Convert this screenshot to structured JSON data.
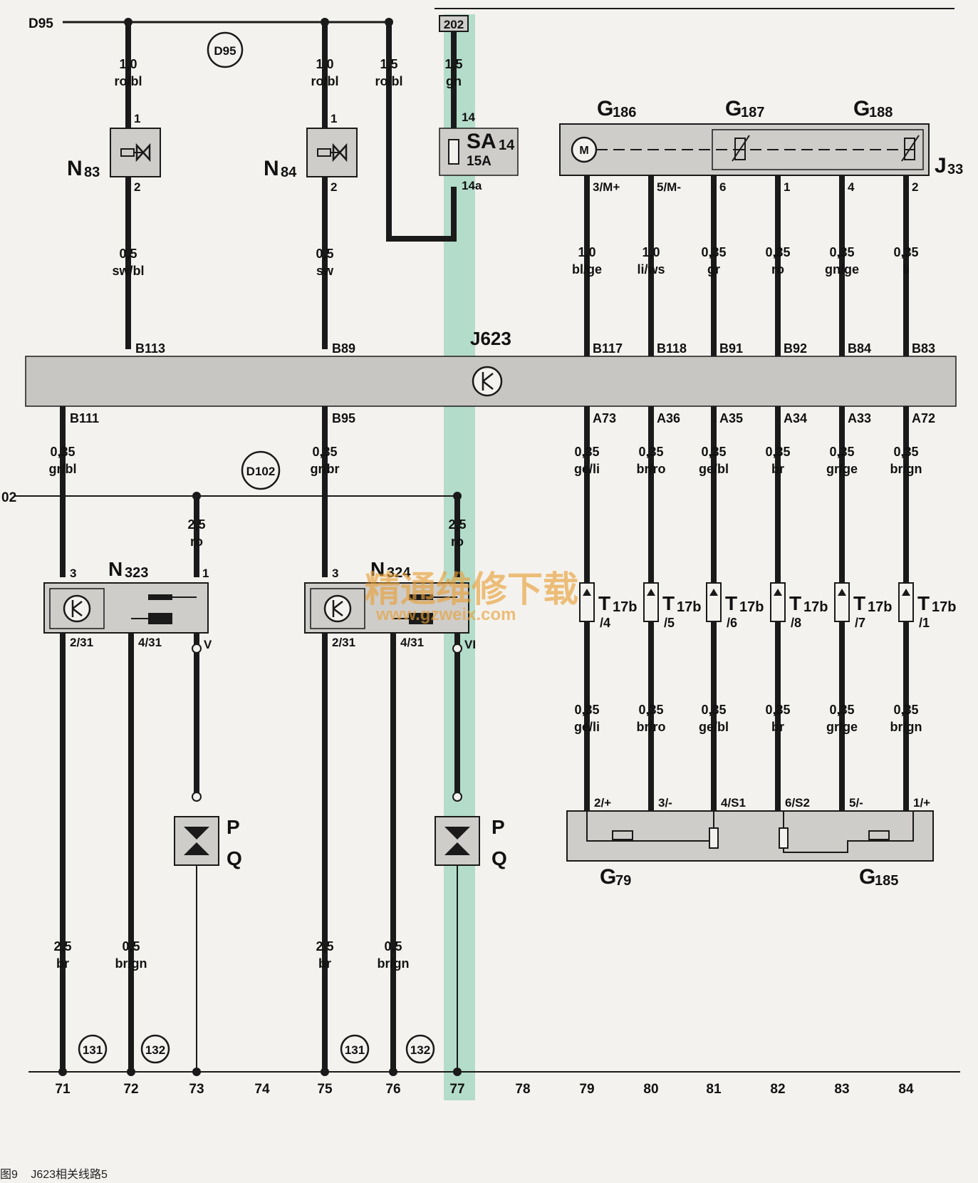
{
  "caption": {
    "fig": "图9",
    "title": "J623相关线路5"
  },
  "watermark": {
    "cn": "精通维修下载",
    "url": "www.gzweix.com"
  },
  "colors": {
    "wire": "#1a1a1a",
    "component_fill": "#cfcdca",
    "module_fill": "#c8c6c3",
    "highlight": "#9fd4bf"
  },
  "buses": {
    "top": "D95",
    "mid": "D102",
    "mid_left_fragment": "02"
  },
  "connectors": {
    "d95": "D95",
    "d102": "D102",
    "c202": "202"
  },
  "module": {
    "name": "J623"
  },
  "fuse": {
    "name": "SA",
    "sub": "14",
    "rating": "15A",
    "pin_in": "14",
    "pin_out": "14a"
  },
  "labels": {
    "w1_gauge": "1,0",
    "w1_color": "ro/bl",
    "w2_gauge": "1,0",
    "w2_color": "ro/bl",
    "w3_gauge": "1,5",
    "w3_color": "ro/bl",
    "w4_gauge": "1,5",
    "w4_color": "gn",
    "n83": "N",
    "n83_sub": "83",
    "n83_p1": "1",
    "n83_p2": "2",
    "n84": "N",
    "n84_sub": "84",
    "n84_p1": "1",
    "n84_p2": "2",
    "w5_gauge": "0,5",
    "w5_color": "sw/bl",
    "w6_gauge": "0,5",
    "w6_color": "sw",
    "b113": "B113",
    "b89": "B89",
    "b111": "B111",
    "b95": "B95",
    "w7_gauge": "0,35",
    "w7_color": "gr/bl",
    "w8_gauge": "0,35",
    "w8_color": "gr/br",
    "w9_gauge": "2,5",
    "w9_color": "ro",
    "w10_gauge": "2,5",
    "w10_color": "ro",
    "n323": "N",
    "n323_sub": "323",
    "n323_p3": "3",
    "n323_p1": "1",
    "n324": "N",
    "n324_sub": "324",
    "n324_p3": "3",
    "n323_p231": "2/31",
    "n323_p431": "4/31",
    "n323_pv": "V",
    "n324_p231": "2/31",
    "n324_p431": "4/31",
    "n324_pvi": "VI",
    "pq1_p": "P",
    "pq1_q": "Q",
    "pq2_p": "P",
    "pq2_q": "Q",
    "b71_gauge": "2,5",
    "b71_color": "br",
    "b72_gauge": "0,5",
    "b72_color": "br/gn",
    "b75_gauge": "2,5",
    "b75_color": "br",
    "b76_gauge": "0,5",
    "b76_color": "br/gn",
    "c131a": "131",
    "c132a": "132",
    "c131b": "131",
    "c132b": "132",
    "g186": "G",
    "g186_sub": "186",
    "g187": "G",
    "g187_sub": "187",
    "g188": "G",
    "g188_sub": "188",
    "j338": "J",
    "j338_sub": "33",
    "motor": "M",
    "g79": "G",
    "g79_sub": "79",
    "g185": "G",
    "g185_sub": "185"
  },
  "right_cols": [
    {
      "top_pin": "3/M+",
      "g1": "1,0",
      "c1": "bl/ge",
      "bpin": "B117",
      "apin": "A73",
      "g2": "0,35",
      "c2": "ge/li",
      "t": "T",
      "tsub": "17b",
      "tpin": "/4",
      "g3": "0,35",
      "c3": "ge/li",
      "bot_pin": "2/+"
    },
    {
      "top_pin": "5/M-",
      "g1": "1,0",
      "c1": "li/ws",
      "bpin": "B118",
      "apin": "A36",
      "g2": "0,35",
      "c2": "br/ro",
      "t": "T",
      "tsub": "17b",
      "tpin": "/5",
      "g3": "0,35",
      "c3": "br/ro",
      "bot_pin": "3/-"
    },
    {
      "top_pin": "6",
      "g1": "0,35",
      "c1": "gr",
      "bpin": "B91",
      "apin": "A35",
      "g2": "0,35",
      "c2": "ge/bl",
      "t": "T",
      "tsub": "17b",
      "tpin": "/6",
      "g3": "0,35",
      "c3": "ge/bl",
      "bot_pin": "4/S1"
    },
    {
      "top_pin": "1",
      "g1": "0,35",
      "c1": "ro",
      "bpin": "B92",
      "apin": "A34",
      "g2": "0,35",
      "c2": "br",
      "t": "T",
      "tsub": "17b",
      "tpin": "/8",
      "g3": "0,35",
      "c3": "br",
      "bot_pin": "6/S2"
    },
    {
      "top_pin": "4",
      "g1": "0,35",
      "c1": "gn/ge",
      "bpin": "B84",
      "apin": "A33",
      "g2": "0,35",
      "c2": "gr/ge",
      "t": "T",
      "tsub": "17b",
      "tpin": "/7",
      "g3": "0,35",
      "c3": "gr/ge",
      "bot_pin": "5/-"
    },
    {
      "top_pin": "2",
      "g1": "0,35",
      "c1": "li",
      "bpin": "B83",
      "apin": "A72",
      "g2": "0,35",
      "c2": "br/gn",
      "t": "T",
      "tsub": "17b",
      "tpin": "/1",
      "g3": "0,35",
      "c3": "br/gn",
      "bot_pin": "1/+"
    }
  ],
  "col_numbers": [
    "71",
    "72",
    "73",
    "74",
    "75",
    "76",
    "77",
    "78",
    "79",
    "80",
    "81",
    "82",
    "83",
    "84"
  ]
}
